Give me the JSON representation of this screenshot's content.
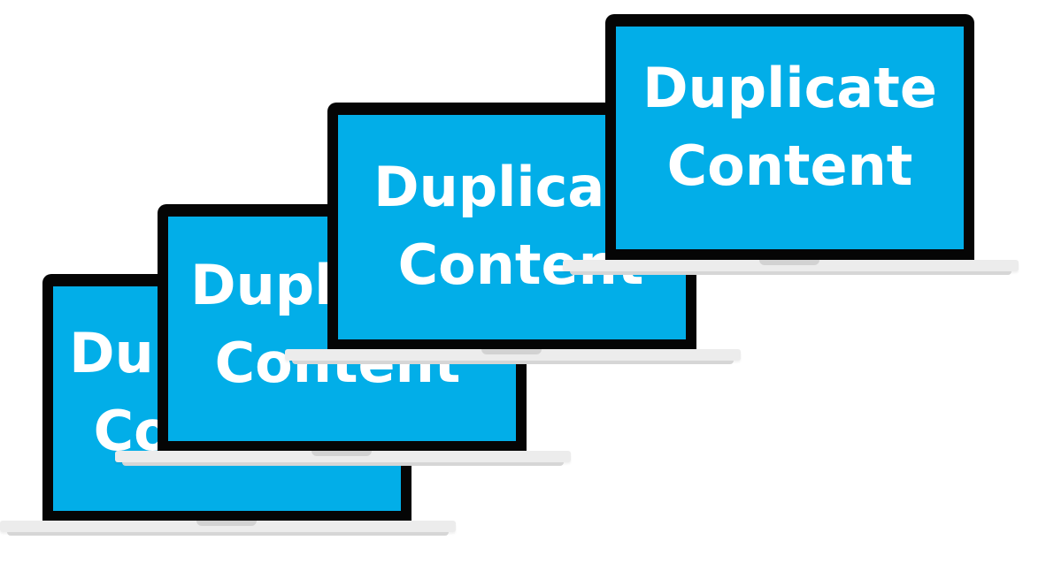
{
  "image": {
    "screen_color": "#02aee8",
    "bezel_color": "#050505",
    "base_color": "#ececec",
    "laptops": [
      {
        "line1": "Duplicate",
        "line2": "Content"
      },
      {
        "line1": "Duplicate",
        "line2": "Content"
      },
      {
        "line1": "Duplicate",
        "line2": "Content"
      },
      {
        "line1": "Duplicate",
        "line2": "Content"
      }
    ]
  }
}
